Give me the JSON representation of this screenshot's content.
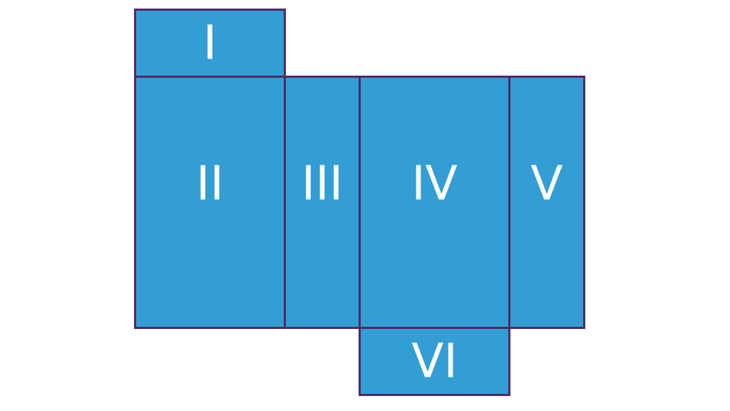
{
  "diagram": {
    "faces": [
      {
        "id": "I",
        "label": "I"
      },
      {
        "id": "II",
        "label": "II"
      },
      {
        "id": "III",
        "label": "III"
      },
      {
        "id": "IV",
        "label": "IV"
      },
      {
        "id": "V",
        "label": "V"
      },
      {
        "id": "VI",
        "label": "VI"
      }
    ],
    "colors": {
      "fill": "#339ed3",
      "border": "#4f2a66",
      "label": "#ffffff"
    }
  }
}
